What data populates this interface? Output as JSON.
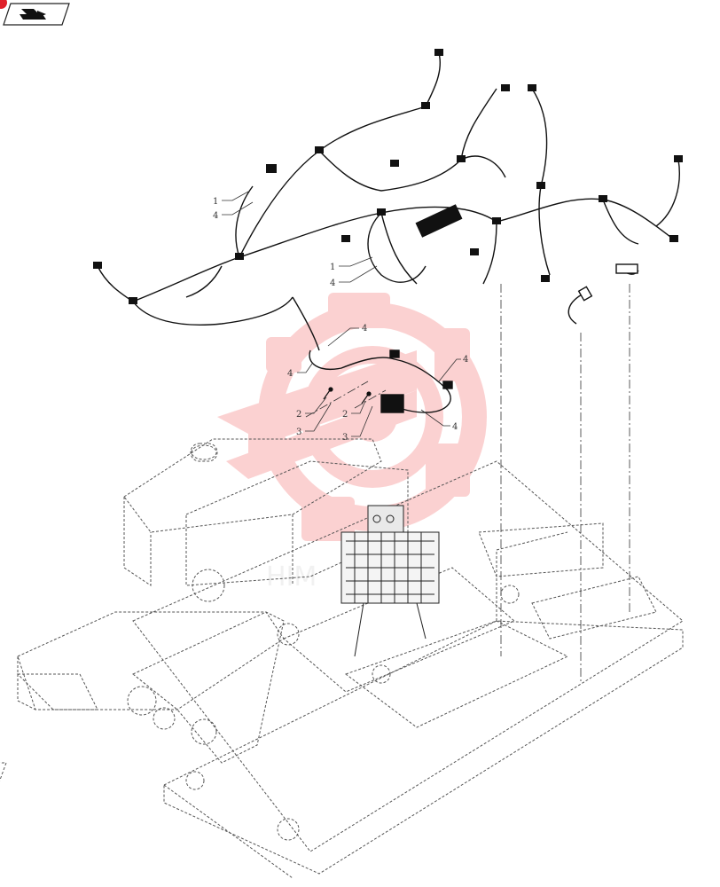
{
  "nav": {
    "icon": "back-to-index-icon",
    "indicator_color": "#e0202a"
  },
  "watermark": {
    "color": "#ee3434"
  },
  "callouts": [
    {
      "id": "c1a",
      "label": "1"
    },
    {
      "id": "c4a",
      "label": "4"
    },
    {
      "id": "c1b",
      "label": "1"
    },
    {
      "id": "c4b",
      "label": "4"
    },
    {
      "id": "c4c",
      "label": "4"
    },
    {
      "id": "c4d",
      "label": "4"
    },
    {
      "id": "c4e",
      "label": "4"
    },
    {
      "id": "c2a",
      "label": "2"
    },
    {
      "id": "c3a",
      "label": "3"
    },
    {
      "id": "c2b",
      "label": "2"
    },
    {
      "id": "c3b",
      "label": "3"
    },
    {
      "id": "c4f",
      "label": "4"
    }
  ]
}
